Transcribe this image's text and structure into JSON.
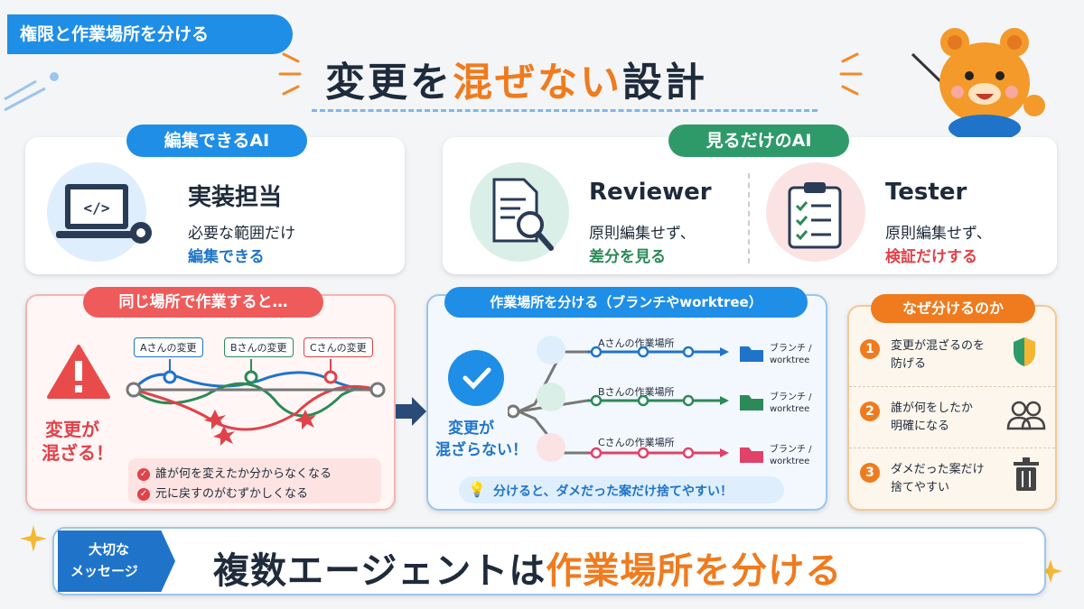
{
  "header": {
    "tag": "権限と作業場所を分ける",
    "title_part1": "変更を",
    "title_highlight": "混ぜない",
    "title_part2": "設計"
  },
  "edit_ai": {
    "label": "編集できるAI",
    "role": "実装担当",
    "desc1": "必要な範囲だけ",
    "desc2": "編集できる",
    "icon": "laptop-code-icon"
  },
  "view_ai": {
    "label": "見るだけのAI",
    "reviewer": {
      "role": "Reviewer",
      "desc1": "原則編集せず、",
      "desc2": "差分を見る",
      "icon": "document-search-icon"
    },
    "tester": {
      "role": "Tester",
      "desc1": "原則編集せず、",
      "desc2": "検証だけする",
      "icon": "clipboard-check-icon"
    }
  },
  "same_place": {
    "label": "同じ場所で作業すると…",
    "branch_labels": [
      "Aさんの変更",
      "Bさんの変更",
      "Cさんの変更"
    ],
    "warning1": "変更が",
    "warning2": "混ざる！",
    "issues": [
      "誰が何を変えたか分からなくなる",
      "元に戻すのがむずかしくなる"
    ]
  },
  "separate": {
    "label": "作業場所を分ける（ブランチやworktree）",
    "result1": "変更が",
    "result2": "混ざらない！",
    "lanes": [
      {
        "name": "Aさんの作業場所",
        "target1": "ブランチ /",
        "target2": "worktree",
        "color": "#1f74c9"
      },
      {
        "name": "Bさんの作業場所",
        "target1": "ブランチ /",
        "target2": "worktree",
        "color": "#2b8a57"
      },
      {
        "name": "Cさんの作業場所",
        "target1": "ブランチ /",
        "target2": "worktree",
        "color": "#e0426a"
      }
    ],
    "tip": "分けると、ダメだった案だけ捨てやすい！"
  },
  "why": {
    "label": "なぜ分けるのか",
    "reasons": [
      {
        "num": "1",
        "line1": "変更が混ざるのを",
        "line2": "防げる",
        "icon": "shield-icon"
      },
      {
        "num": "2",
        "line1": "誰が何をしたか",
        "line2": "明確になる",
        "icon": "users-icon"
      },
      {
        "num": "3",
        "line1": "ダメだった案だけ",
        "line2": "捨てやすい",
        "icon": "trash-icon"
      }
    ]
  },
  "message": {
    "badge1": "大切な",
    "badge2": "メッセージ",
    "text": "複数エージェントは",
    "highlight": "作業場所を分ける"
  },
  "colors": {
    "blue": "#1f8ee6",
    "green": "#2e9a6a",
    "red": "#ef5b5b",
    "orange": "#ef7b1e"
  }
}
